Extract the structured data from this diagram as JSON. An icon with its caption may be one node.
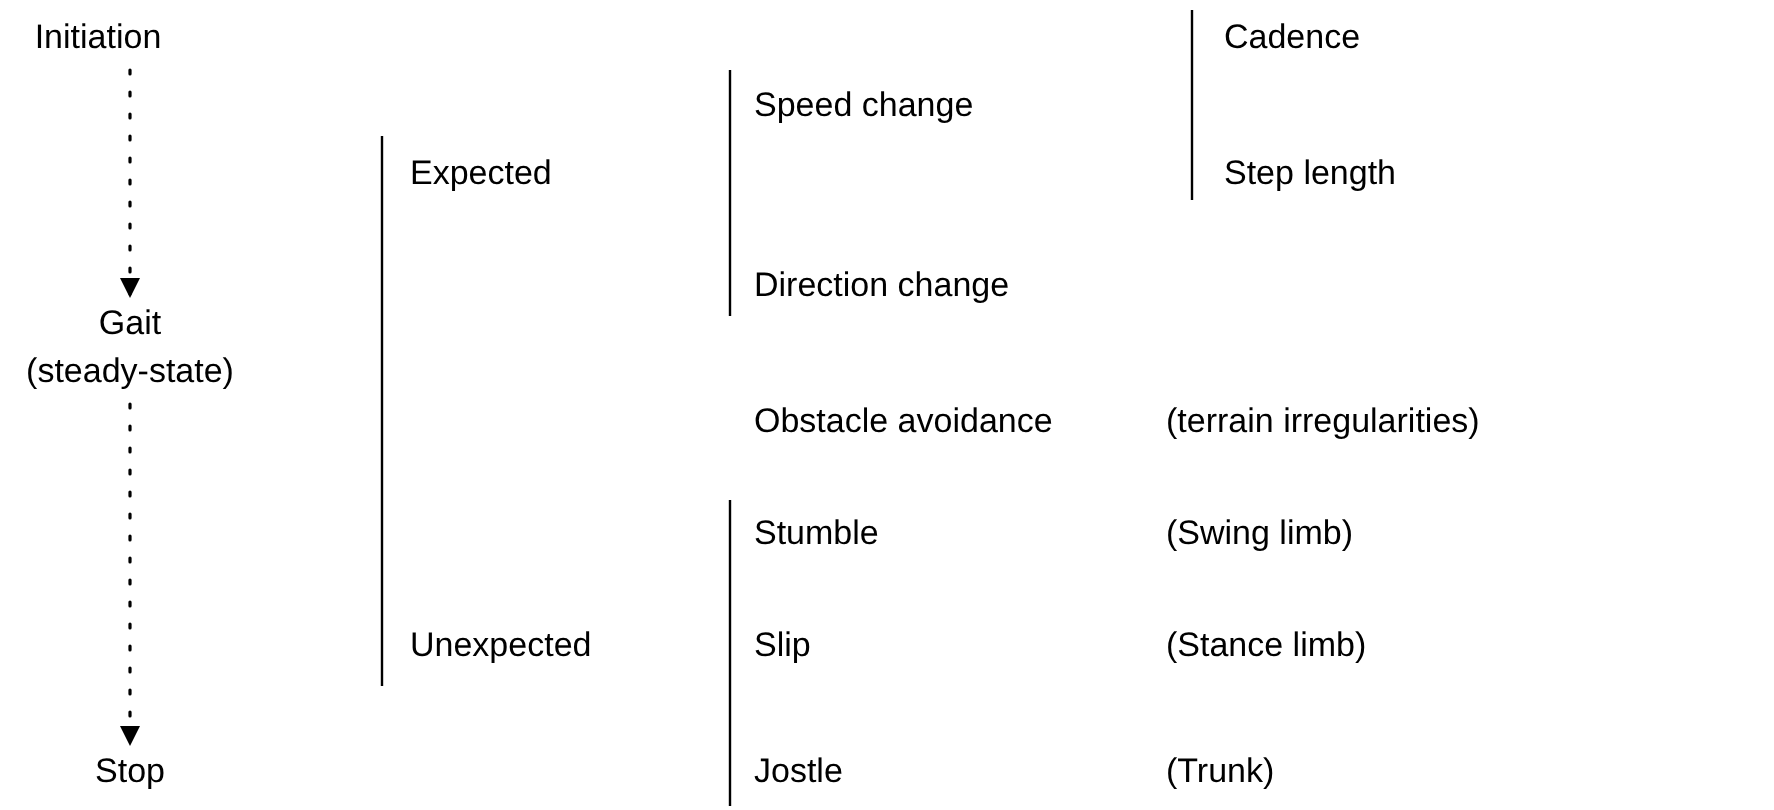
{
  "diagram": {
    "nodes": [
      {
        "text": [
          "Initiation"
        ]
      },
      {
        "text": [
          "Gait",
          "(steady-state)"
        ]
      },
      {
        "text": [
          "Stop"
        ]
      }
    ],
    "edges": [
      {
        "from": 0,
        "to": 1,
        "arrow": "to",
        "style": "dashed"
      },
      {
        "from": 1,
        "to": 2,
        "arrow": "to",
        "style": "dashed"
      }
    ],
    "labels": [
      "Cadence",
      "Speed change",
      "Expected",
      "Step length",
      "Direction change",
      "Obstacle avoidance",
      "(terrain irregularities)",
      "Stumble",
      "(Swing limb)",
      "Unexpected",
      "Slip",
      "(Stance limb)",
      "Jostle",
      "(Trunk)"
    ]
  }
}
